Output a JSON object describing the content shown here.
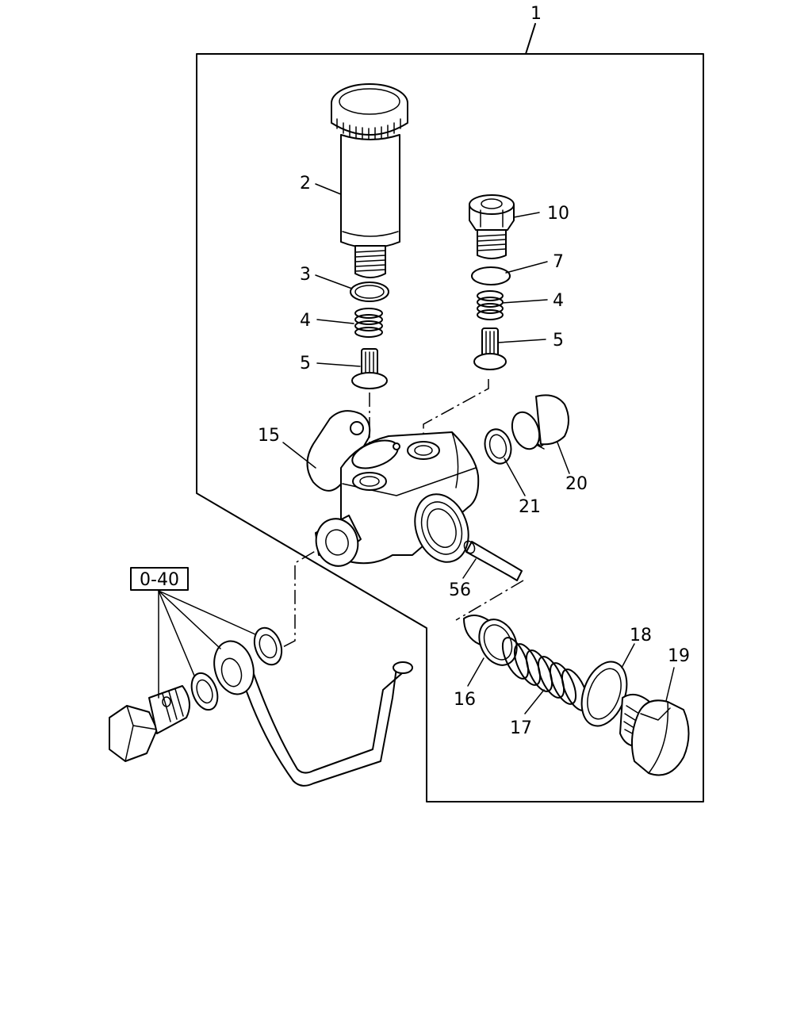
{
  "callouts": {
    "assembly": "1",
    "filter_cup": "2",
    "washer_3": "3",
    "spring_left": "4",
    "valve_left": "5",
    "connector_10": "10",
    "washer_7": "7",
    "spring_right": "4",
    "valve_right": "5",
    "body_15": "15",
    "plug_20": "20",
    "washer_21": "21",
    "pin_56": "56",
    "sleeve_16": "16",
    "spring_17": "17",
    "gasket_18": "18",
    "plug_19": "19"
  },
  "reference_box": "0-40",
  "colors": {
    "line": "#000000",
    "background": "#ffffff"
  }
}
